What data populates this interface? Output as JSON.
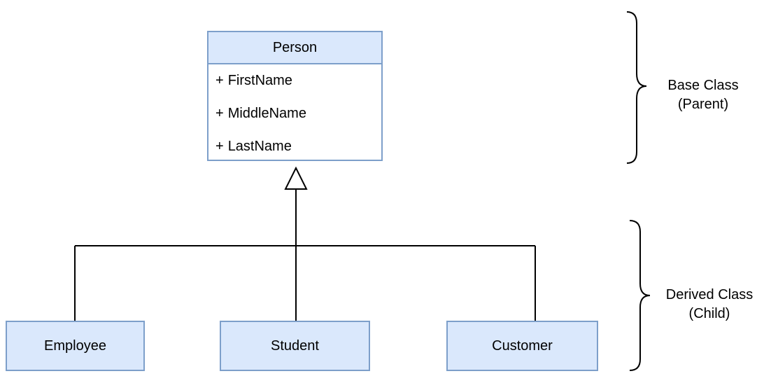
{
  "diagram": {
    "parent_class": {
      "name": "Person",
      "attributes": [
        {
          "visibility": "+",
          "name": "FirstName"
        },
        {
          "visibility": "+",
          "name": "MiddleName"
        },
        {
          "visibility": "+",
          "name": "LastName"
        }
      ]
    },
    "child_classes": [
      {
        "name": "Employee"
      },
      {
        "name": "Student"
      },
      {
        "name": "Customer"
      }
    ],
    "annotations": {
      "base": {
        "line1": "Base Class",
        "line2": "(Parent)"
      },
      "derived": {
        "line1": "Derived Class",
        "line2": "(Child)"
      }
    },
    "colors": {
      "box_fill": "#dae8fc",
      "box_border": "#7d9fca",
      "line": "#000000"
    }
  }
}
